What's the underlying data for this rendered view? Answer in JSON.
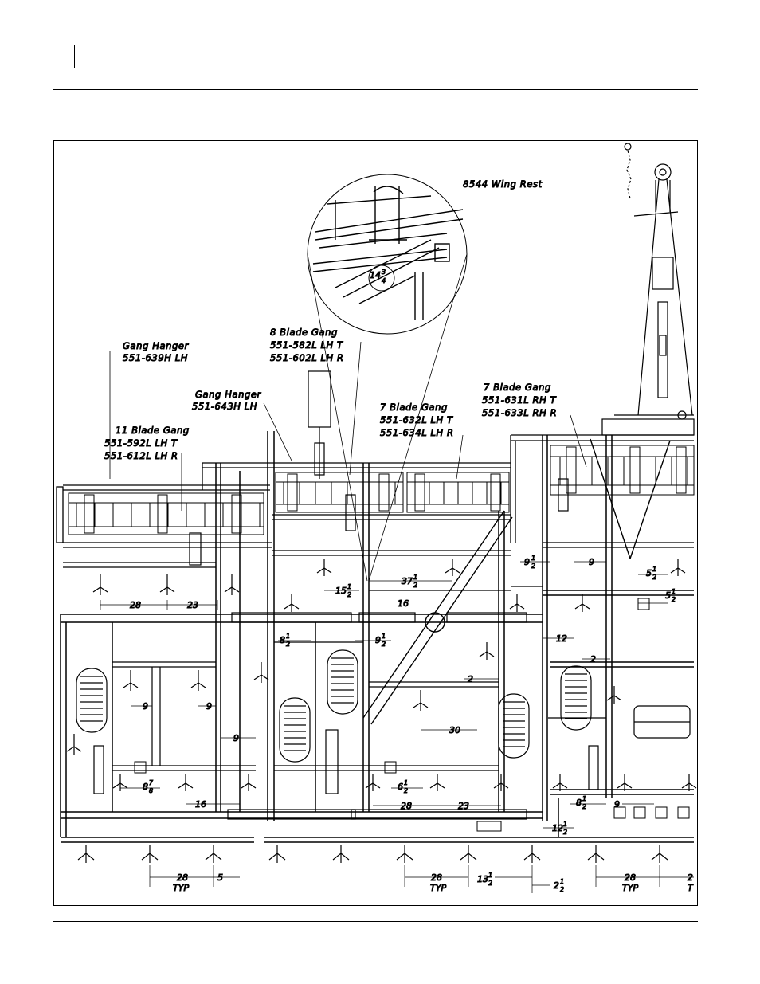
{
  "page": {
    "rule_color": "#000000"
  },
  "callouts": {
    "wing_rest": "8544 Wing Rest",
    "detail_dim": "14",
    "detail_dim_frac_num": "3",
    "detail_dim_frac_den": "4",
    "gang_hanger_lh_title": "Gang Hanger",
    "gang_hanger_lh_part": "551-639H LH",
    "gang_hanger_2_title": "Gang Hanger",
    "gang_hanger_2_part": "551-643H LH",
    "blade8_title": "8 Blade Gang",
    "blade8_t": "551-582L LH T",
    "blade8_r": "551-602L LH R",
    "blade11_title": "11 Blade Gang",
    "blade11_t": "551-592L LH T",
    "blade11_r": "551-612L LH R",
    "blade7l_title": "7 Blade Gang",
    "blade7l_t": "551-632L LH T",
    "blade7l_r": "551-634L LH R",
    "blade7r_title": "7 Blade Gang",
    "blade7r_t": "551-631L RH T",
    "blade7r_r": "551-633L RH R"
  },
  "dimensions": {
    "d28a": "28",
    "d23a": "23",
    "d15": "15",
    "d37": "37",
    "d16a": "16",
    "d9_half_a": "9",
    "d9b": "9",
    "d5_half": "5",
    "d5_half_b": "5",
    "d8_half_a": "8",
    "d9_half_b": "9",
    "d12": "12",
    "d2a": "2",
    "d2b": "2",
    "d9c": "9",
    "d9d": "9",
    "d9e": "9",
    "d30": "30",
    "d8_78": "8",
    "d6_half": "6",
    "d16b": "16",
    "d28b": "28",
    "d23b": "23",
    "d8_half_b": "8",
    "d9f": "9",
    "d12_half": "12",
    "d28c": "28",
    "typ1": "TYP",
    "d5": "5",
    "d28d": "28",
    "typ2": "TYP",
    "d13_half": "13",
    "d2_half": "2",
    "d28e": "28",
    "typ3": "TYP",
    "d2c": "2",
    "typ4": "T",
    "half_num": "1",
    "half_den": "2",
    "eighth_num": "7",
    "eighth_den": "8"
  }
}
